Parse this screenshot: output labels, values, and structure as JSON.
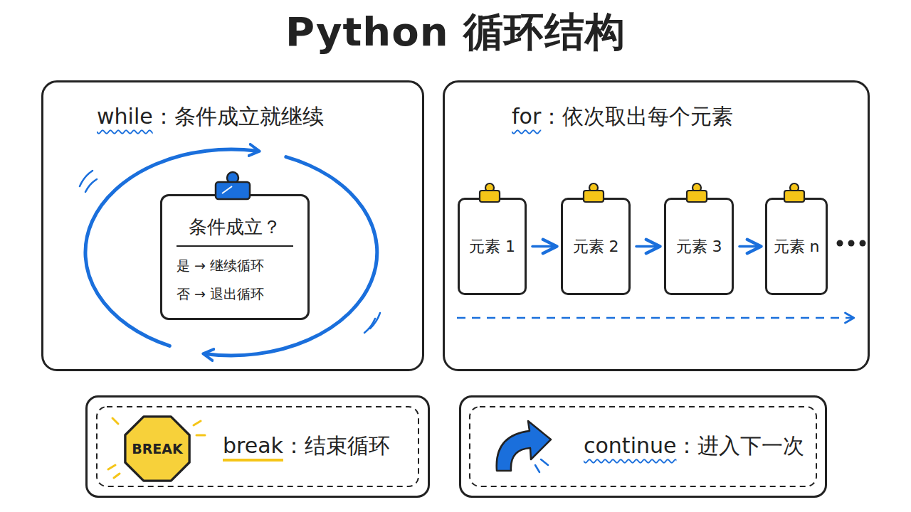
{
  "diagram": {
    "title": "Python 循环结构",
    "nodes": [
      {
        "text": [
          "while",
          "：条件成立就继续"
        ]
      },
      {
        "text": [
          "条件成立？",
          "是 → 继续循环",
          "否 → 退出循环"
        ],
        "in": 0
      },
      {
        "text": [
          "for",
          "：依次取出每个元素"
        ]
      },
      {
        "text": [
          "元素 1"
        ],
        "in": 2
      },
      {
        "text": [
          "元素 2"
        ],
        "in": 2
      },
      {
        "text": [
          "元素 3"
        ],
        "in": 2
      },
      {
        "text": [
          "元素 n"
        ],
        "in": 2
      },
      {
        "text": [
          "break",
          "：结束循环"
        ]
      },
      {
        "text": [
          "BREAK"
        ],
        "in": 7
      },
      {
        "text": [
          "continue",
          "：进入下一次"
        ]
      }
    ],
    "edges": [
      {
        "from": 3,
        "to": 4,
        "arrow": "to"
      },
      {
        "from": 4,
        "to": 5,
        "arrow": "to"
      },
      {
        "from": 5,
        "to": 6,
        "arrow": "to"
      }
    ]
  }
}
